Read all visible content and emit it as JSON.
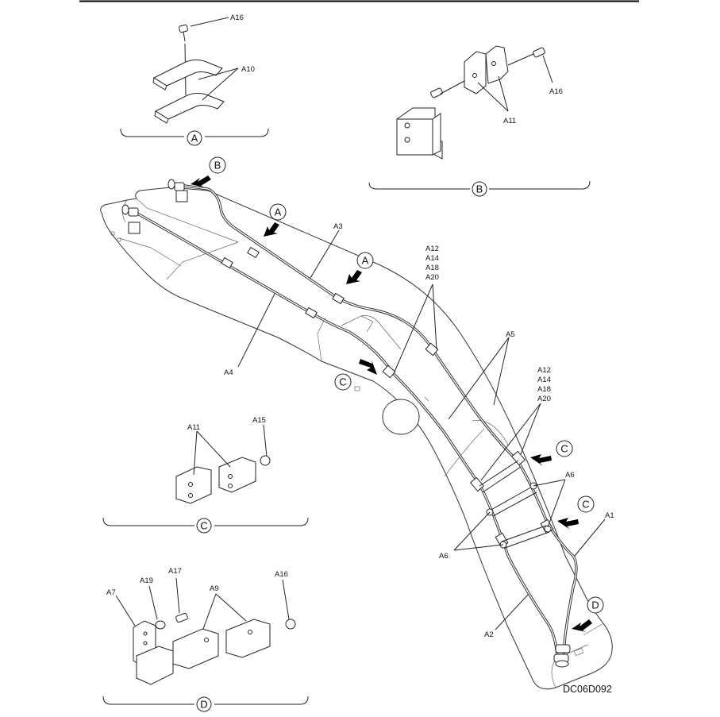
{
  "drawing_code": "DC06D092",
  "labels": {
    "a1": "A1",
    "a2": "A2",
    "a3": "A3",
    "a4": "A4",
    "a5": "A5",
    "a6": "A6",
    "a7": "A7",
    "a9": "A9",
    "a10": "A10",
    "a11": "A11",
    "a15": "A15",
    "a16": "A16",
    "a17": "A17",
    "a19": "A19",
    "stack": [
      "A12",
      "A14",
      "A18",
      "A20"
    ]
  },
  "detail_letters": {
    "a": "A",
    "b": "B",
    "c": "C",
    "d": "D"
  }
}
